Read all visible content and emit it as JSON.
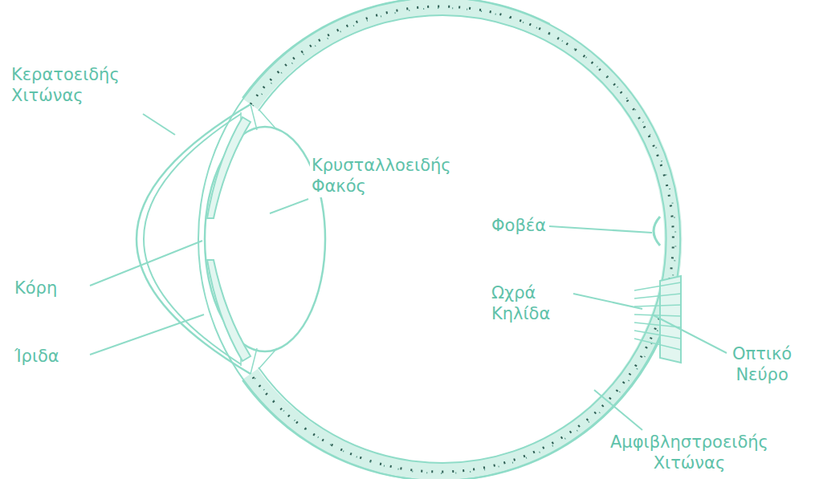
{
  "diagram": {
    "labels": [
      "Κερατοειδής Χιτώνας",
      "Κρυσταλλοειδής Φακός",
      "Κόρη",
      "Ίριδα",
      "Φοβέα",
      "Ωχρά Κηλίδα",
      "Οπτικό Νεύρο",
      "Αμφιβληστροειδής Χιτώνας"
    ]
  }
}
